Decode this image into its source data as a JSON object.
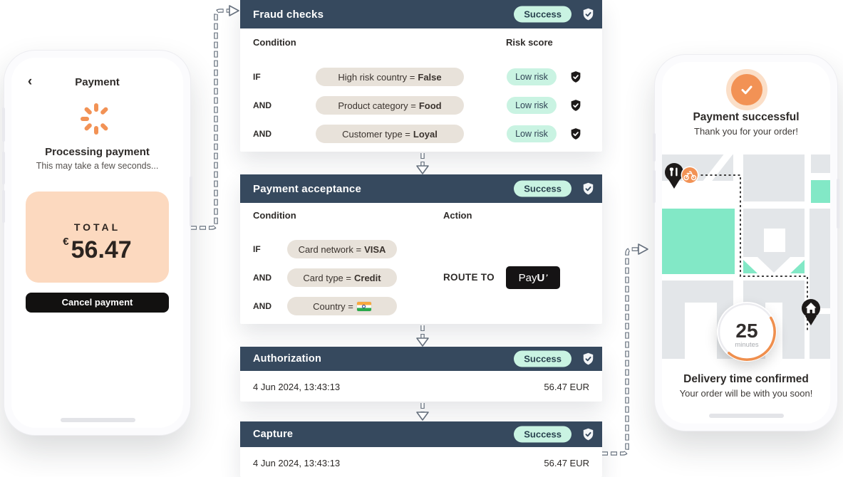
{
  "colors": {
    "header_navy": "#36495e",
    "accent_orange": "#f29255",
    "success_mint": "#c9f3e2",
    "peach_card": "#fcd9bf",
    "pill_beige": "#e8e2da",
    "map_mint": "#82e8c6",
    "map_gray": "#e3e6e9",
    "pin_black": "#1d1a19"
  },
  "left_phone": {
    "back_icon": "‹",
    "title": "Payment",
    "processing_title": "Processing payment",
    "processing_subtitle": "This may take a few seconds...",
    "total_label": "TOTAL",
    "currency_symbol": "€",
    "amount": "56.47",
    "cancel_button_label": "Cancel payment"
  },
  "flow": {
    "fraud_checks": {
      "title": "Fraud checks",
      "status": "Success",
      "condition_header": "Condition",
      "risk_header": "Risk score",
      "rows": [
        {
          "operator": "IF",
          "condition_name": "High risk country =",
          "condition_value": "False",
          "risk": "Low risk"
        },
        {
          "operator": "AND",
          "condition_name": "Product category =",
          "condition_value": "Food",
          "risk": "Low risk"
        },
        {
          "operator": "AND",
          "condition_name": "Customer type =",
          "condition_value": "Loyal",
          "risk": "Low risk"
        }
      ]
    },
    "payment_acceptance": {
      "title": "Payment acceptance",
      "status": "Success",
      "condition_header": "Condition",
      "action_header": "Action",
      "rows": [
        {
          "operator": "IF",
          "condition_name": "Card network =",
          "condition_value": "VISA"
        },
        {
          "operator": "AND",
          "condition_name": "Card type =",
          "condition_value": "Credit"
        },
        {
          "operator": "AND",
          "condition_name": "Country =",
          "condition_value": "",
          "country_flag": "IN"
        }
      ],
      "route_label": "ROUTE TO",
      "route_target_prefix": "Pay",
      "route_target_letter": "U",
      "route_target_mark": "’"
    },
    "authorization": {
      "title": "Authorization",
      "status": "Success",
      "timestamp": "4 Jun 2024, 13:43:13",
      "amount": "56.47 EUR"
    },
    "capture": {
      "title": "Capture",
      "status": "Success",
      "timestamp": "4 Jun 2024, 13:43:13",
      "amount": "56.47 EUR"
    }
  },
  "right_phone": {
    "success_title": "Payment successful",
    "success_subtitle": "Thank you for your order!",
    "eta_value": "25",
    "eta_unit": "minutes",
    "delivery_title": "Delivery time confirmed",
    "delivery_subtitle": "Your order will be with you soon!"
  }
}
